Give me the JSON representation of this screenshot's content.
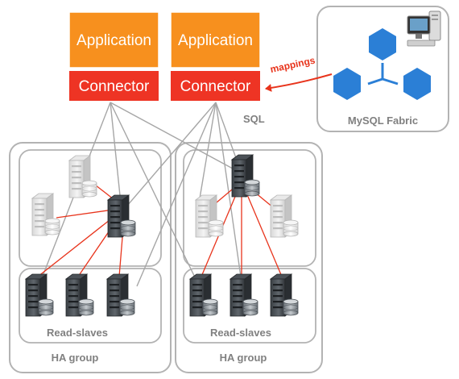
{
  "apps": [
    {
      "app_label": "Application",
      "connector_label": "Connector"
    },
    {
      "app_label": "Application",
      "connector_label": "Connector"
    }
  ],
  "fabric": {
    "label": "MySQL Fabric"
  },
  "mappings_label": "mappings",
  "sql_label": "SQL",
  "groups": [
    {
      "label": "HA group",
      "slaves_label": "Read-slaves"
    },
    {
      "label": "HA group",
      "slaves_label": "Read-slaves"
    }
  ],
  "colors": {
    "application": "#f7901e",
    "connector": "#ee3424",
    "fabric_hex": "#2b7fd6",
    "red_line": "#e8341c",
    "gray_line": "#a6a6a6",
    "box_border": "#b3b3b3",
    "label_gray": "#808080"
  },
  "icons": [
    "server-icon",
    "database-icon",
    "hexagon-icon",
    "workstation-icon"
  ]
}
